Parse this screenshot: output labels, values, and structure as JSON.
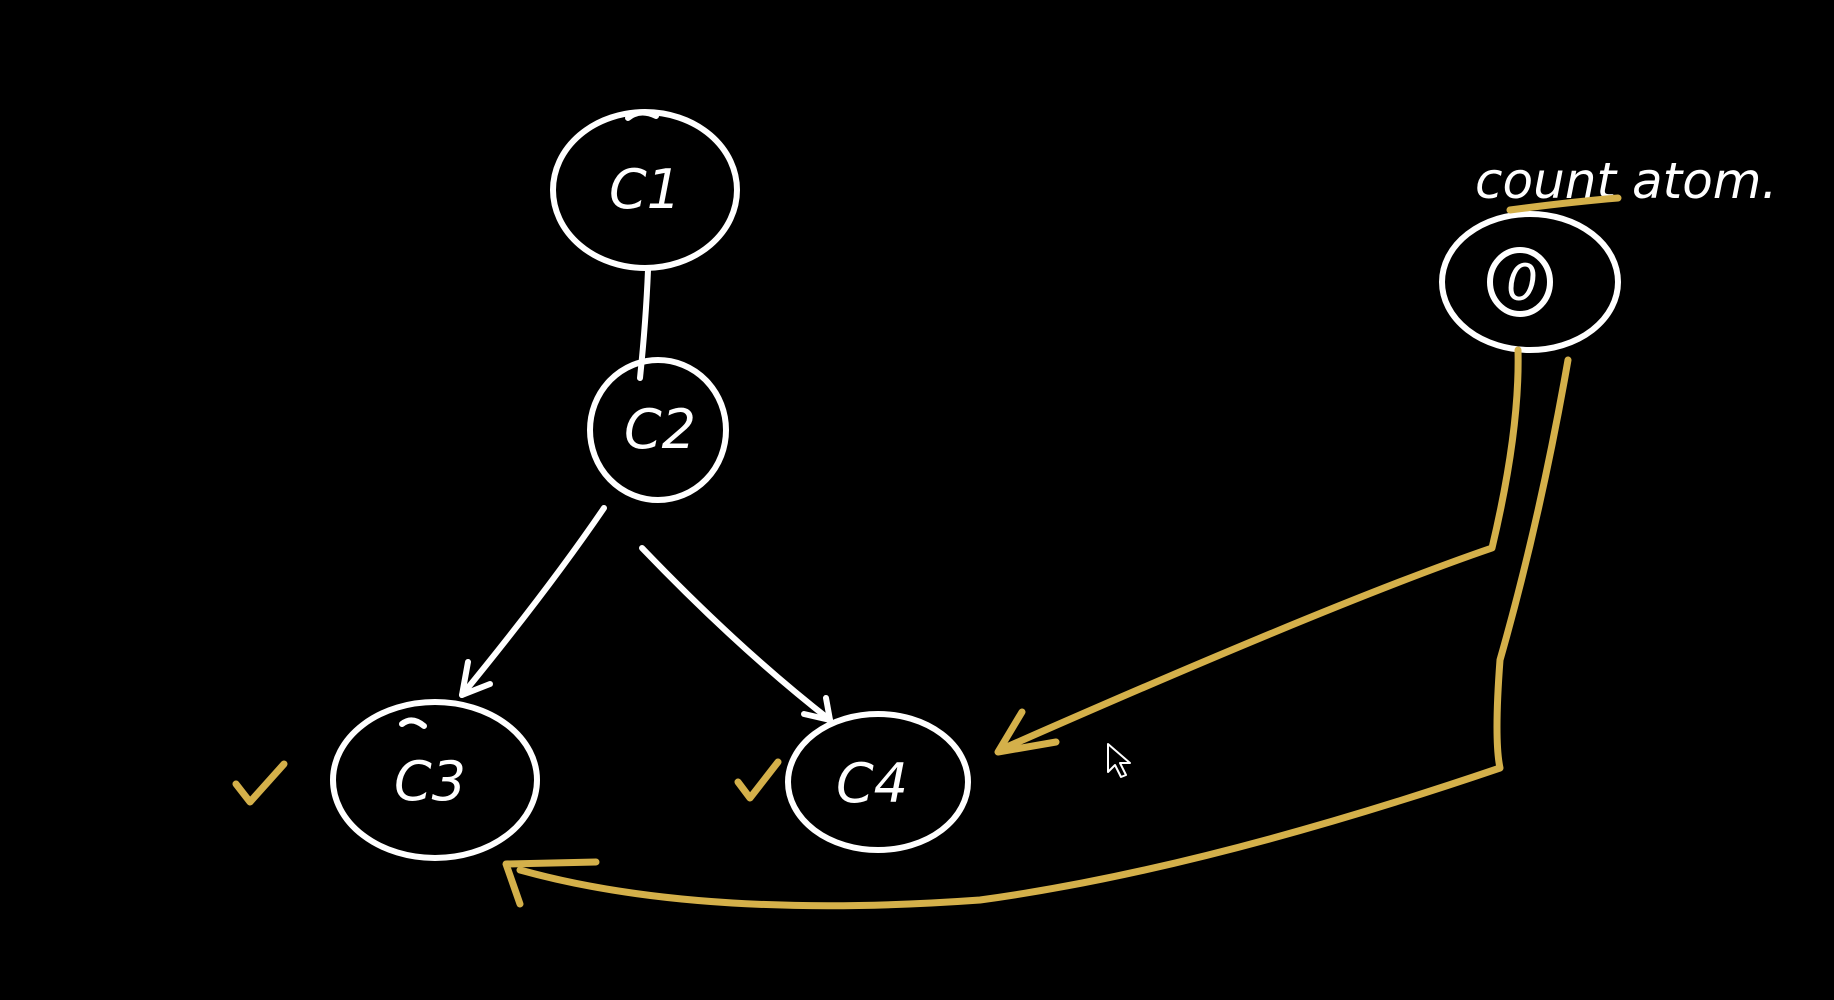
{
  "colors": {
    "background": "#000000",
    "chalk": "#ffffff",
    "highlight": "#d4b04a"
  },
  "nodes": {
    "c1": {
      "label": "C1"
    },
    "c2": {
      "label": "C2"
    },
    "c3": {
      "label": "C3"
    },
    "c4": {
      "label": "C4"
    },
    "counter": {
      "label": "0"
    }
  },
  "annotation": {
    "text": "count atom."
  },
  "cursor": {
    "icon": "mouse-pointer-icon"
  }
}
